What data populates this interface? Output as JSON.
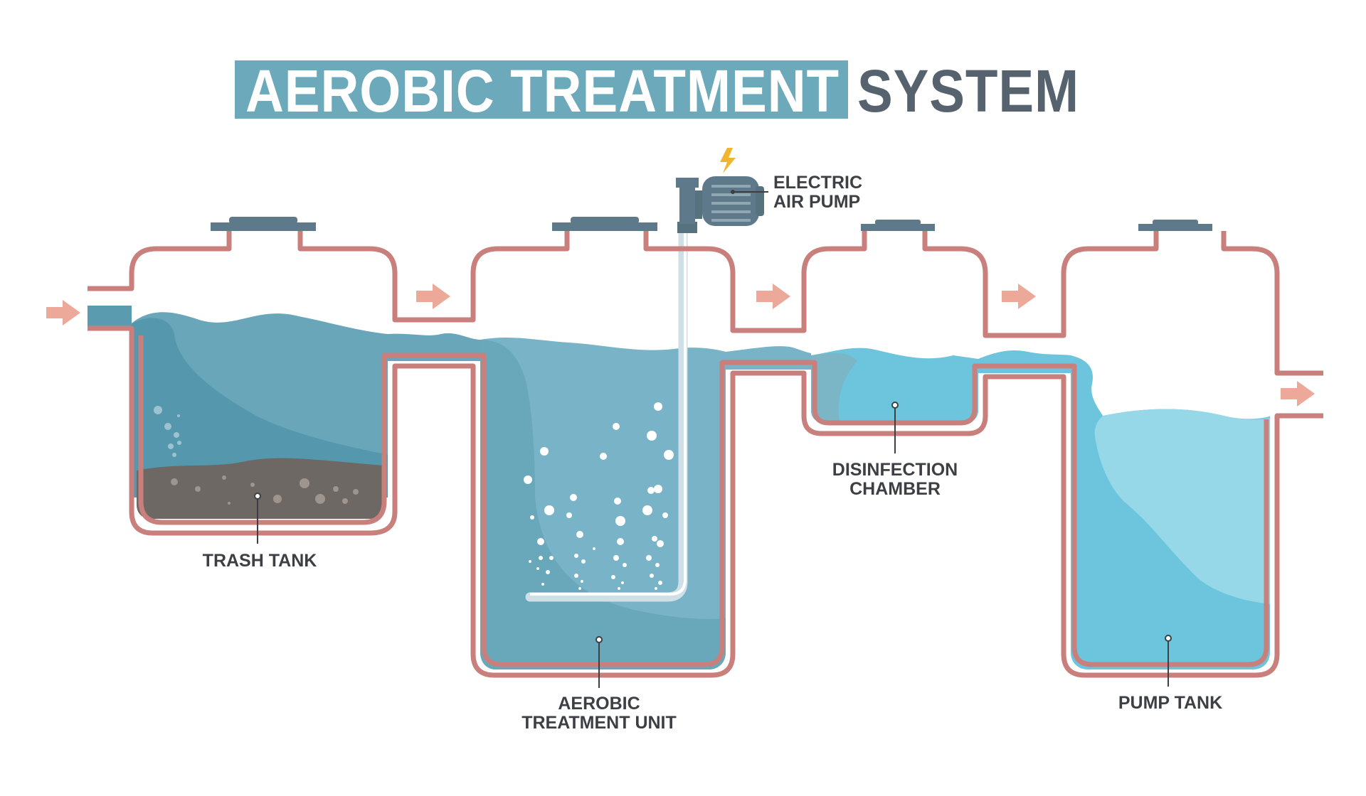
{
  "title": {
    "highlight": "AEROBIC TREATMENT",
    "rest": "SYSTEM"
  },
  "labels": {
    "trash_tank": [
      "TRASH TANK"
    ],
    "aerobic_unit": [
      "AEROBIC",
      "TREATMENT UNIT"
    ],
    "air_pump": [
      "ELECTRIC",
      "AIR PUMP"
    ],
    "disinfection": [
      "DISINFECTION",
      "CHAMBER"
    ],
    "pump_tank": [
      "PUMP TANK"
    ]
  },
  "colors": {
    "title_band": "#6ba9bb",
    "title_rest": "#56636f",
    "tank_wall": "#c97f7c",
    "flow_arrow": "#eca898",
    "lid": "#5e7a8a",
    "water_dark": "#5a9bb0",
    "water_mid": "#79b3c8",
    "water_light": "#6cc5dc",
    "water_pale": "#97d8e8",
    "sludge": "#6e6865",
    "label_text": "#3d3f44",
    "bolt": "#f2b531"
  },
  "icons": [
    "flow-arrow-icon",
    "lightning-bolt-icon",
    "air-pump-icon"
  ]
}
